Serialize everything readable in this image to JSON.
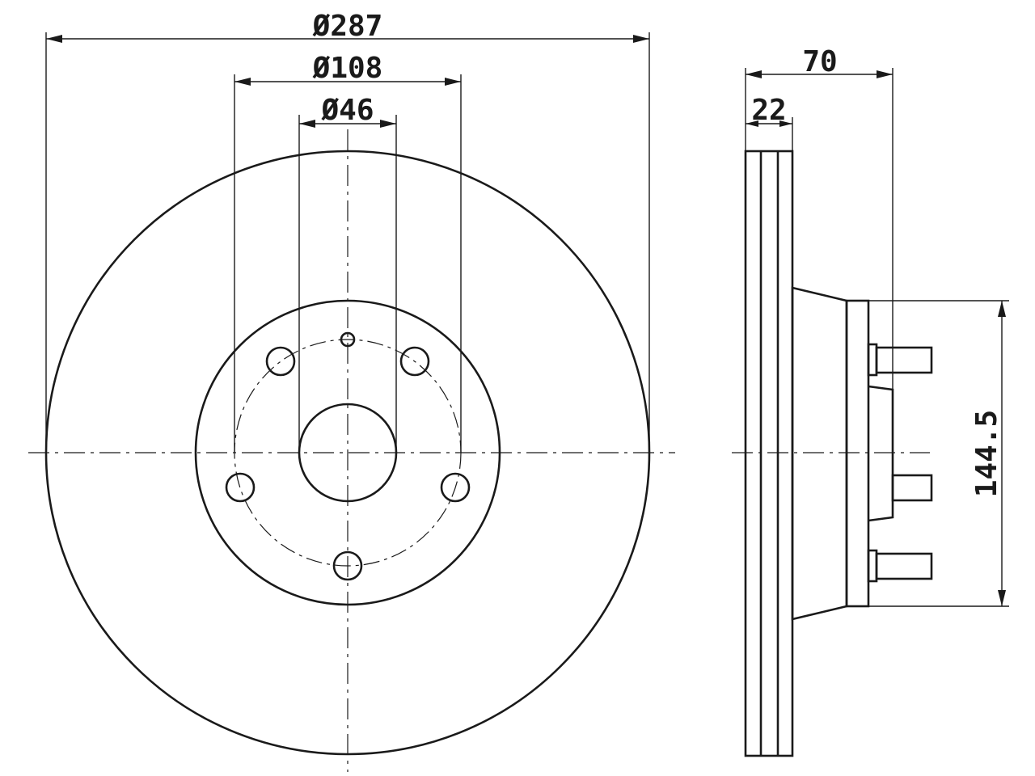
{
  "dimensions": {
    "outer_diameter": "Ø287",
    "bolt_circle_diameter": "Ø108",
    "center_bore_diameter": "Ø46",
    "overall_height": "70",
    "disc_thickness": "22",
    "hub_diameter": "144.5"
  },
  "colors": {
    "line": "#1a1a1a",
    "background": "#ffffff"
  }
}
